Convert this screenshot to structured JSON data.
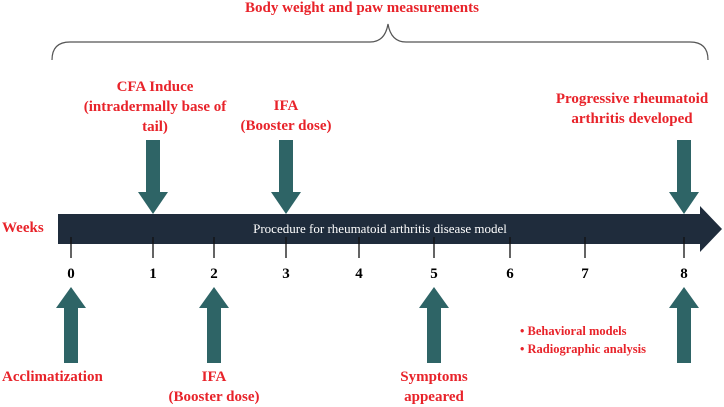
{
  "title": "Body weight and paw measurements",
  "axis_label": "Weeks",
  "bar_text": "Procedure for rheumatoid arthritis disease model",
  "weeks": [
    "0",
    "1",
    "2",
    "3",
    "4",
    "5",
    "6",
    "7",
    "8"
  ],
  "top_events": {
    "cfa": [
      "CFA Induce",
      "(intradermally base of",
      "tail)"
    ],
    "ifa_week3": [
      "IFA",
      "(Booster dose)"
    ],
    "progressive": [
      "Progressive rheumatoid",
      "arthritis developed"
    ]
  },
  "bottom_events": {
    "acclimatization": "Acclimatization",
    "ifa_week2": [
      "IFA",
      "(Booster dose)"
    ],
    "symptoms": [
      "Symptoms",
      "appeared"
    ],
    "analysis": [
      "• Behavioral models",
      "• Radiographic analysis"
    ]
  },
  "colors": {
    "label_red": "#e8232a",
    "arrow_teal": "#2e6466",
    "bar_navy": "#1f2c3c"
  }
}
